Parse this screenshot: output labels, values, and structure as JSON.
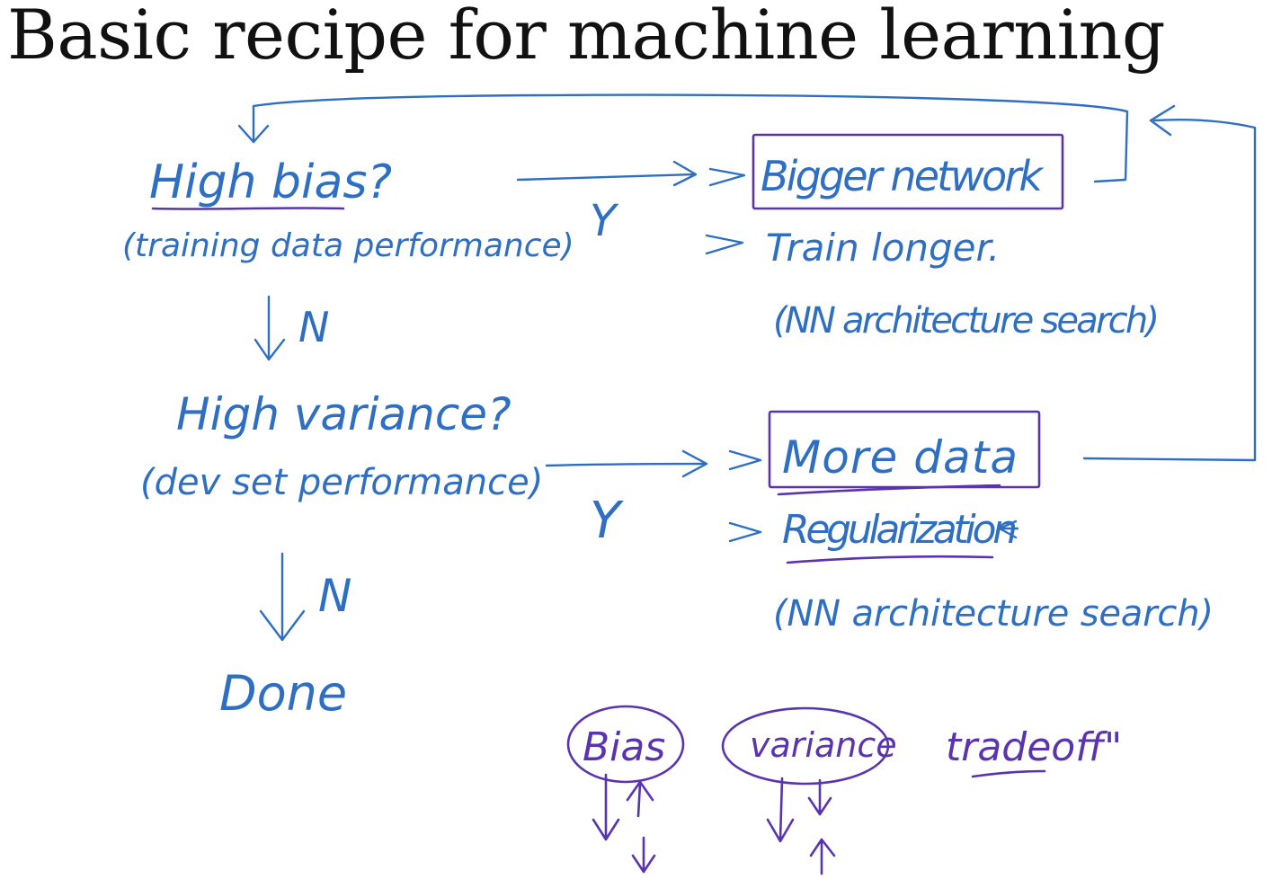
{
  "title": "Basic recipe for machine learning",
  "colors": {
    "ink_blue": "#2e6fc4",
    "ink_purple": "#5a34b0",
    "title_black": "#111111"
  },
  "left_flow": {
    "q1": "High bias?",
    "q1_note": "(training data performance)",
    "n1": "N",
    "q2": "High variance?",
    "q2_note": "(dev set performance)",
    "n2": "N",
    "done": "Done"
  },
  "branch_labels": {
    "y1": "Y",
    "y2": "Y"
  },
  "bias_solutions": {
    "primary": "Bigger network",
    "second": "Train longer.",
    "third": "(NN architecture search)"
  },
  "variance_solutions": {
    "primary": "More data",
    "second": "Regularization",
    "third": "(NN architecture search)"
  },
  "tradeoff": {
    "bias": "Bias",
    "variance": "variance",
    "label": "tradeoff\""
  }
}
